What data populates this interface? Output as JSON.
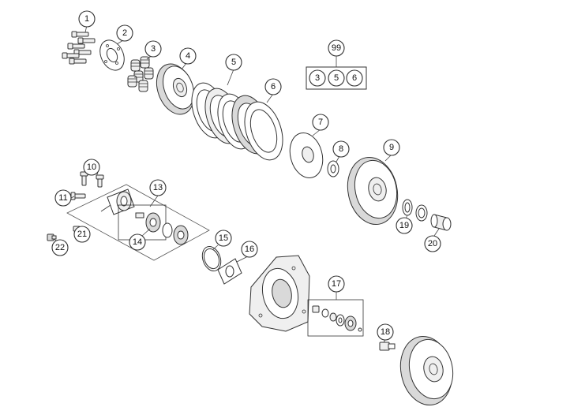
{
  "callouts": [
    {
      "id": "c1",
      "label": "1"
    },
    {
      "id": "c2",
      "label": "2"
    },
    {
      "id": "c3",
      "label": "3"
    },
    {
      "id": "c4",
      "label": "4"
    },
    {
      "id": "c5",
      "label": "5"
    },
    {
      "id": "c6",
      "label": "6"
    },
    {
      "id": "c7",
      "label": "7"
    },
    {
      "id": "c8",
      "label": "8"
    },
    {
      "id": "c9",
      "label": "9"
    },
    {
      "id": "c10",
      "label": "10"
    },
    {
      "id": "c11",
      "label": "11"
    },
    {
      "id": "c13",
      "label": "13"
    },
    {
      "id": "c14",
      "label": "14"
    },
    {
      "id": "c15",
      "label": "15"
    },
    {
      "id": "c16",
      "label": "16"
    },
    {
      "id": "c17",
      "label": "17"
    },
    {
      "id": "c18",
      "label": "18"
    },
    {
      "id": "c19",
      "label": "19"
    },
    {
      "id": "c20",
      "label": "20"
    },
    {
      "id": "c21",
      "label": "21"
    },
    {
      "id": "c22",
      "label": "22"
    },
    {
      "id": "c99",
      "label": "99"
    }
  ],
  "kit": {
    "label": "99",
    "contents": [
      "3",
      "5",
      "6"
    ]
  }
}
